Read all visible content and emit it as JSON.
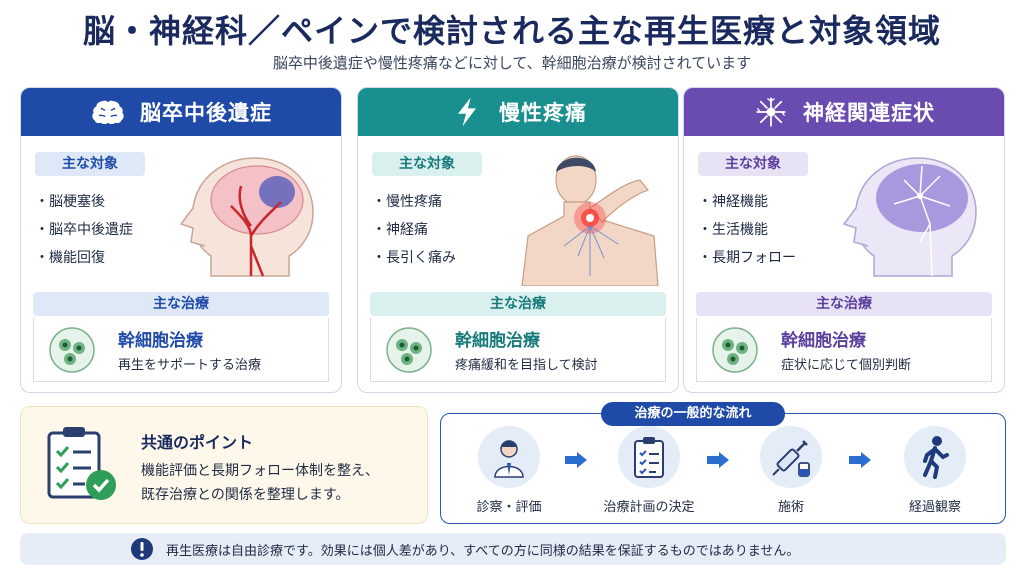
{
  "title": "脳・神経科／ペインで検討される主な再生医療と対象領域",
  "subtitle": "脳卒中後遺症や慢性疼痛などに対して、幹細胞治療が検討されています",
  "cards": [
    {
      "header": "脳卒中後遺症",
      "icon": "brain-icon",
      "target_label": "主な対象",
      "targets": [
        "脳梗塞後",
        "脳卒中後遺症",
        "機能回復"
      ],
      "treat_label": "主な治療",
      "treat_name": "幹細胞治療",
      "treat_desc": "再生をサポートする治療",
      "color": "#1f4aa8"
    },
    {
      "header": "慢性疼痛",
      "icon": "lightning-icon",
      "target_label": "主な対象",
      "targets": [
        "慢性疼痛",
        "神経痛",
        "長引く痛み"
      ],
      "treat_label": "主な治療",
      "treat_name": "幹細胞治療",
      "treat_desc": "疼痛緩和を目指して検討",
      "color": "#1a8f8f"
    },
    {
      "header": "神経関連症状",
      "icon": "neuron-icon",
      "target_label": "主な対象",
      "targets": [
        "神経機能",
        "生活機能",
        "長期フォロー"
      ],
      "treat_label": "主な治療",
      "treat_name": "幹細胞治療",
      "treat_desc": "症状に応じて個別判断",
      "color": "#6a4bb0"
    }
  ],
  "point": {
    "title": "共通のポイント",
    "line1": "機能評価と長期フォロー体制を整え、",
    "line2": "既存治療との関係を整理します。",
    "icon": "checklist-icon"
  },
  "flow": {
    "title": "治療の一般的な流れ",
    "steps": [
      {
        "label": "診察・評価",
        "icon": "doctor-icon"
      },
      {
        "label": "治療計画の決定",
        "icon": "clipboard-icon"
      },
      {
        "label": "施術",
        "icon": "syringe-icon"
      },
      {
        "label": "経過観察",
        "icon": "walking-person-icon"
      }
    ]
  },
  "notice": {
    "text": "再生医療は自由診療です。効果には個人差があり、すべての方に同様の結果を保証するものではありません。",
    "icon": "exclamation-icon"
  }
}
